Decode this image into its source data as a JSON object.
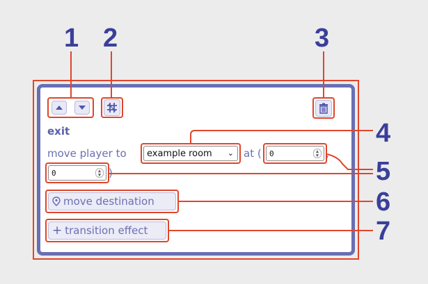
{
  "callouts": [
    "1",
    "2",
    "3",
    "4",
    "5",
    "6",
    "7"
  ],
  "card": {
    "title": "exit",
    "move_prefix": "move player to",
    "room_select": {
      "value": "example room",
      "chevron": "chevron-down-icon"
    },
    "at_label": "at (",
    "x_input": {
      "value": "0"
    },
    "comma": ",",
    "y_input": {
      "value": "0"
    },
    "close_paren": ")",
    "move_destination": {
      "icon": "pin-icon",
      "label": "move destination"
    },
    "transition": {
      "icon": "plus-icon",
      "label": "transition effect"
    }
  },
  "toolbar": {
    "move_up_icon": "up-arrow-icon",
    "move_down_icon": "down-arrow-icon",
    "toggle_icon": "hash-icon",
    "delete_icon": "trash-icon"
  },
  "colors": {
    "accent": "#6a6fb4",
    "callout_text": "#3a3f9a",
    "annotation": "#e0452a",
    "button_bg": "#e8e8f7"
  }
}
